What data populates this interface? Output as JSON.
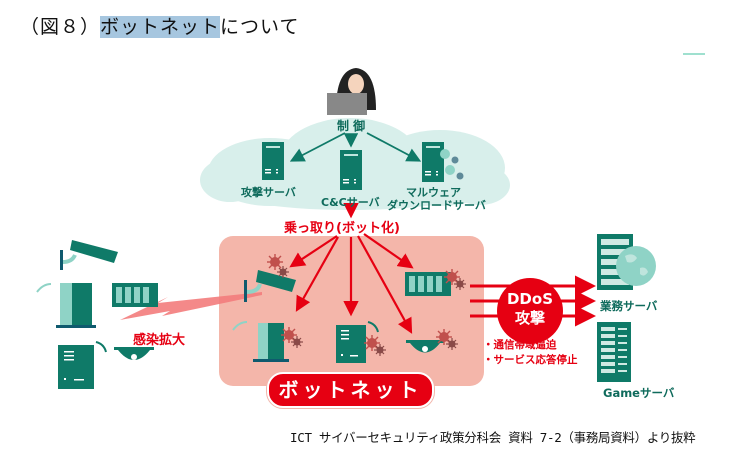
{
  "title": {
    "prefix": "（図８）",
    "highlight": "ボットネット",
    "suffix": "について"
  },
  "diagram": {
    "attacker": {
      "label": "制 御",
      "icon": "hooded-hacker-icon"
    },
    "cloud_servers": [
      {
        "label": "攻撃サーバ",
        "icon": "server-tower-icon"
      },
      {
        "label": "C&Cサーバ",
        "icon": "server-tower-icon"
      },
      {
        "label_line1": "マルウェア",
        "label_line2": "ダウンロードサーバ",
        "icon": "infected-server-icon"
      }
    ],
    "takeover_label": "乗っ取り(ボット化)",
    "botnet_label": "ボットネット",
    "spread_label": "感染拡大",
    "ddos": {
      "line1": "DDoS",
      "line2": "攻撃"
    },
    "effects": [
      "・通信帯域逼迫",
      "・サービス応答停止"
    ],
    "targets": [
      {
        "label": "業務サーバ",
        "icon": "web-server-globe-icon"
      },
      {
        "label": "Gameサーバ",
        "icon": "game-server-rack-icon"
      }
    ],
    "colors": {
      "teal": "#0f7a68",
      "teal_light": "#8fd3c6",
      "cloud": "#d8efeb",
      "botnet_bg": "#f4b6aa",
      "red": "#e60012",
      "virus": "#c0504d"
    }
  },
  "credit": "ICT サイバーセキュリティ政策分科会 資料 7-2（事務局資料）より抜粋"
}
